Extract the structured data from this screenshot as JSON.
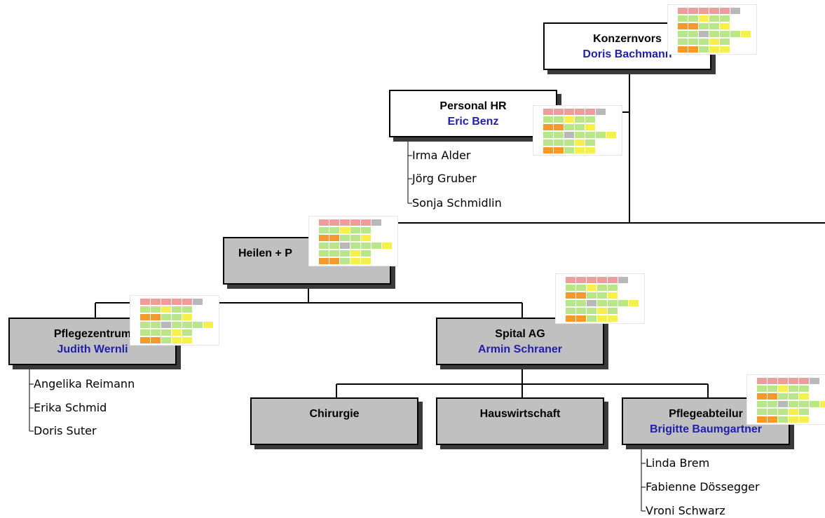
{
  "colors": {
    "person": "#1f1fa8",
    "box_white": "#ffffff",
    "box_grey": "#c0c0c0",
    "thumb_red": "#f19b9b",
    "thumb_yellow": "#f5f04a",
    "thumb_green": "#b9e58b",
    "thumb_orange": "#f29a2e",
    "thumb_grey": "#b8b8b8"
  },
  "nodes": {
    "konzern": {
      "title": "Konzernvors",
      "person": "Doris Bachmann"
    },
    "hr": {
      "title": "Personal HR",
      "person": "Eric Benz"
    },
    "heilen": {
      "title": "Heilen + P",
      "person": ""
    },
    "pflegezentrum": {
      "title": "Pflegezentrum",
      "person": "Judith Wernli"
    },
    "spital": {
      "title": "Spital AG",
      "person": "Armin Schraner"
    },
    "chirurgie": {
      "title": "Chirurgie",
      "person": ""
    },
    "hauswirtschaft": {
      "title": "Hauswirtschaft",
      "person": ""
    },
    "pflegeabteilung": {
      "title": "Pflegeabteilur",
      "person": "Brigitte Baumgartner"
    }
  },
  "members": {
    "hr": [
      "Irma Alder",
      "Jörg Gruber",
      "Sonja Schmidlin"
    ],
    "pflegezentrum": [
      "Angelika Reimann",
      "Erika Schmid",
      "Doris Suter"
    ],
    "pflegeabteilung": [
      "Linda Brem",
      "Fabienne Dössegger",
      "Vroni Schwarz"
    ]
  }
}
